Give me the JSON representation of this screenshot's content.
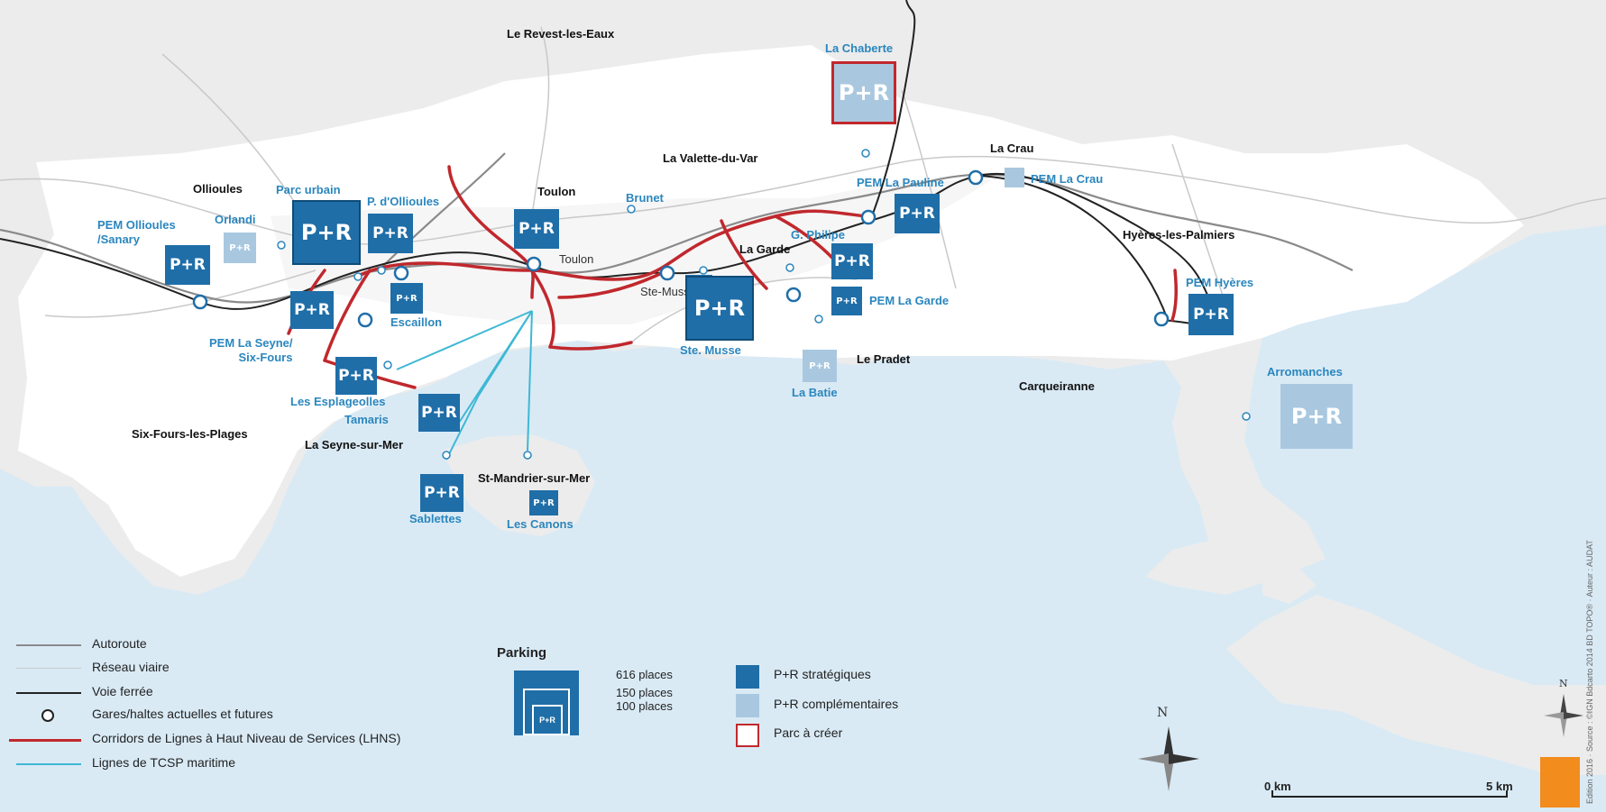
{
  "towns": {
    "revest": "Le Revest-les-Eaux",
    "ollioules": "Ollioules",
    "toulon": "Toulon",
    "toulon_station": "Toulon",
    "valette": "La Valette-du-Var",
    "la_crau": "La Crau",
    "hyeres": "Hyères-les-Palmiers",
    "la_garde": "La Garde",
    "le_pradet": "Le Pradet",
    "carqueiranne": "Carqueiranne",
    "six_fours": "Six-Fours-les-Plages",
    "la_seyne": "La Seyne-sur-Mer",
    "st_mandrier": "St-Mandrier-sur-Mer",
    "ste_musse_station": "Ste-Musse"
  },
  "parks": {
    "la_chaberte": "La Chaberte",
    "pem_ollioules": "PEM Ollioules\n/Sanary",
    "orlandi": "Orlandi",
    "parc_urbain": "Parc urbain",
    "p_ollioules": "P. d'Ollioules",
    "brunet": "Brunet",
    "pem_la_pauline": "PEM La Pauline",
    "pem_la_crau": "PEM La Crau",
    "g_philipe": "G. Philipe",
    "pem_la_garde": "PEM La Garde",
    "pem_hyeres": "PEM Hyères",
    "escaillon": "Escaillon",
    "pem_la_seyne": "PEM La Seyne/\nSix-Fours",
    "esplageolles": "Les Esplageolles",
    "tamaris": "Tamaris",
    "ste_musse": "Ste. Musse",
    "la_batie": "La Batie",
    "arromanches": "Arromanches",
    "sablettes": "Sablettes",
    "les_canons": "Les Canons"
  },
  "pr_text": {
    "big": "P+R",
    "mid": "P+R",
    "small": "P+R"
  },
  "legend": {
    "autoroute": "Autoroute",
    "reseau": "Réseau viaire",
    "voie": "Voie ferrée",
    "gares": "Gares/haltes actuelles et futures",
    "lhns": "Corridors de Lignes à Haut Niveau de Services (LHNS)",
    "tcsp": "Lignes de TCSP maritime",
    "parking_title": "Parking",
    "p616": "616 places",
    "p150": "150 places",
    "p100": "100 places",
    "strategiques": "P+R stratégiques",
    "complementaires": "P+R complémentaires",
    "parc_creer": "Parc à créer"
  },
  "scale": {
    "zero": "0 km",
    "five": "5 km"
  },
  "north": "N",
  "north_small": "N",
  "credits": "Edition 2016 · Source : ©IGN Bdcarto 2014 BD TOPO® · Auteur : AUDAT",
  "colors": {
    "sea": "#d9eaf5",
    "land": "#efefef",
    "urban": "#ffffff",
    "strategic": "#1f6ea8",
    "complementary": "#a9c8e0",
    "lhns": "#c0282d",
    "tcsp": "#3fb8d4",
    "rail": "#222222",
    "label_blue": "#2a86be",
    "logo": "#f28c1c"
  }
}
